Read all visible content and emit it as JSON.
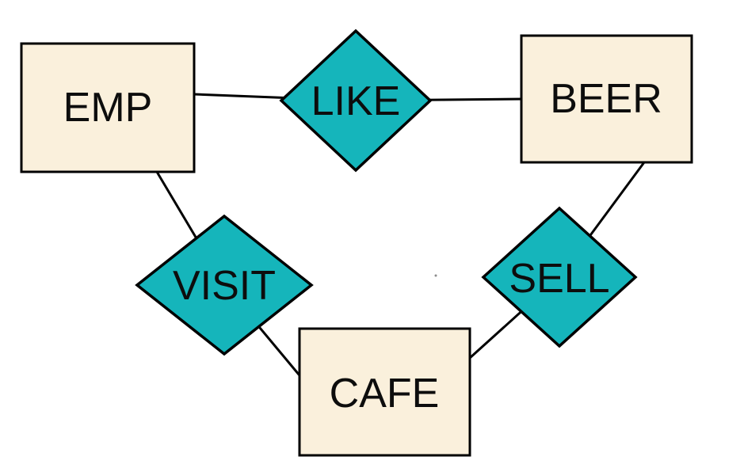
{
  "diagram": {
    "kind": "entity-relationship",
    "colors": {
      "entity_fill": "#faf0dc",
      "relationship_fill": "#15b5bb",
      "stroke": "#000000",
      "label_color": "#0d0d0d",
      "background": "#ffffff"
    },
    "entities": [
      {
        "label": "EMP"
      },
      {
        "label": "BEER"
      },
      {
        "label": "CAFE"
      }
    ],
    "relationships": [
      {
        "label": "LIKE"
      },
      {
        "label": "VISIT"
      },
      {
        "label": "SELL"
      }
    ],
    "connections": [
      {
        "from": "EMP",
        "to": "LIKE"
      },
      {
        "from": "LIKE",
        "to": "BEER"
      },
      {
        "from": "EMP",
        "to": "VISIT"
      },
      {
        "from": "VISIT",
        "to": "CAFE"
      },
      {
        "from": "BEER",
        "to": "SELL"
      },
      {
        "from": "CAFE",
        "to": "SELL"
      }
    ]
  }
}
